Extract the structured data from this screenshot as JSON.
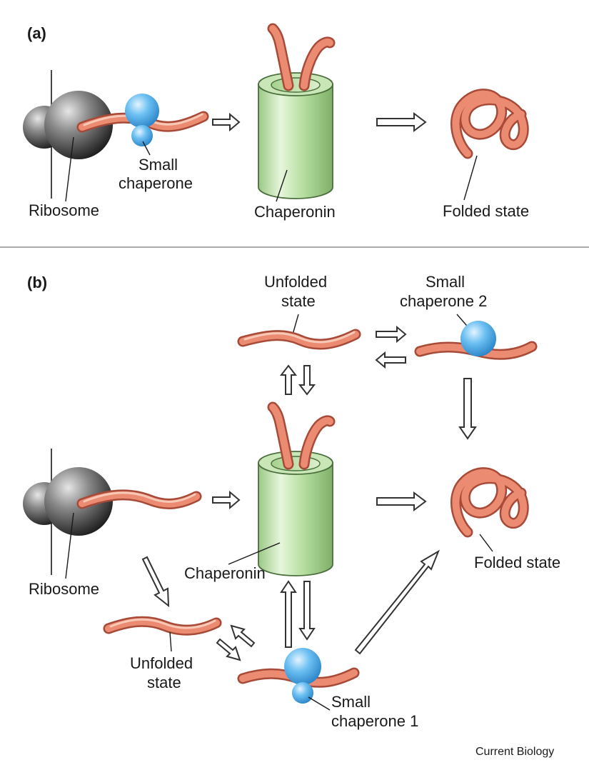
{
  "panels": {
    "a": {
      "label": "(a)",
      "ribosome": "Ribosome",
      "small_chaperone": [
        "Small",
        "chaperone"
      ],
      "chaperonin": "Chaperonin",
      "folded": "Folded state"
    },
    "b": {
      "label": "(b)",
      "unfolded_top": [
        "Unfolded",
        "state"
      ],
      "small_chaperone_2": [
        "Small",
        "chaperone 2"
      ],
      "ribosome": "Ribosome",
      "chaperonin": "Chaperonin",
      "folded": "Folded state",
      "unfolded_bottom": [
        "Unfolded",
        "state"
      ],
      "small_chaperone_1": [
        "Small",
        "chaperone 1"
      ]
    }
  },
  "credit": "Current Biology",
  "colors": {
    "protein_chain": "#eb8c72",
    "chaperone": "#5bb0ec",
    "chaperonin": "#b4dc9c",
    "ribosome": "#555555",
    "divider": "#aaaaaa"
  }
}
